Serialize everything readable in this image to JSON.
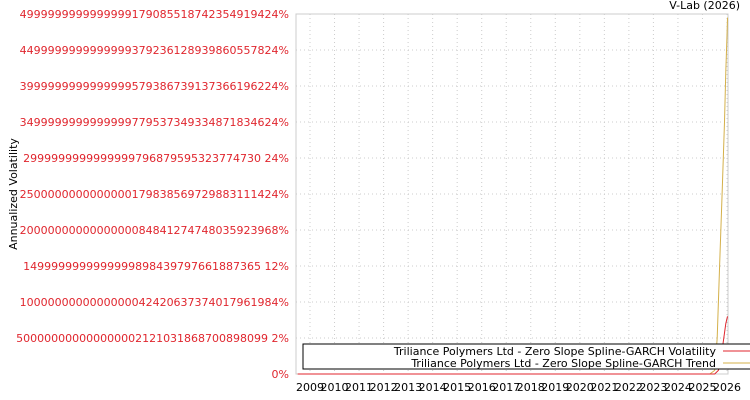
{
  "chart_data": {
    "type": "line",
    "title": "V-Lab (2026)",
    "xlabel": "",
    "ylabel": "Annualized Volatility",
    "xlim": [
      2008.45,
      2026.05
    ],
    "ylim": [
      0,
      5e+36
    ],
    "grid": true,
    "legend_placement": "bottom-right",
    "x_ticks": [
      "2009",
      "2010",
      "2011",
      "2012",
      "2013",
      "2014",
      "2015",
      "2016",
      "2017",
      "2018",
      "2019",
      "2020",
      "2021",
      "2022",
      "2023",
      "2024",
      "2025",
      "2026"
    ],
    "y_ticks": [
      {
        "value": 0,
        "label": "0%"
      },
      {
        "value": 5e+35,
        "label": "500000000000000002121031868700898099 2%"
      },
      {
        "value": 1e+36,
        "label": "1000000000000000042420637374017961984%"
      },
      {
        "value": 1.5e+36,
        "label": "1499999999999999898439797661887365 12%"
      },
      {
        "value": 2e+36,
        "label": "2000000000000000084841274748035923968%"
      },
      {
        "value": 2.5e+36,
        "label": "2500000000000000179838569729883111424%"
      },
      {
        "value": 3e+36,
        "label": "2999999999999999796879595323774730 24%"
      },
      {
        "value": 3.5e+36,
        "label": "3499999999999999779537349334871834624%"
      },
      {
        "value": 4e+36,
        "label": "3999999999999999579386739137366196224%"
      },
      {
        "value": 4.5e+36,
        "label": "4499999999999999379236128939860557824%"
      },
      {
        "value": 5e+36,
        "label": "4999999999999999179085518742354919424%"
      }
    ],
    "series": [
      {
        "name": "Triliance Polymers Ltd - Zero Slope Spline-GARCH Volatility",
        "color": "#e0262e",
        "x": [
          2008.5,
          2025.5,
          2025.65,
          2025.75,
          2025.85,
          2025.95,
          2026.02
        ],
        "y": [
          0,
          0,
          5e+34,
          2e+35,
          4.5e+35,
          7e+35,
          8e+35
        ]
      },
      {
        "name": "Triliance Polymers Ltd - Zero Slope Spline-GARCH Trend",
        "color": "#d4b04a",
        "x": [
          2008.5,
          2025.3,
          2025.5,
          2025.6,
          2025.7,
          2025.8,
          2025.9,
          2025.95,
          2026.0,
          2026.02
        ],
        "y": [
          0,
          0,
          5e+34,
          5e+35,
          1.5e+36,
          2.5e+36,
          3.5e+36,
          4.2e+36,
          4.7e+36,
          4.95e+36
        ]
      }
    ]
  }
}
